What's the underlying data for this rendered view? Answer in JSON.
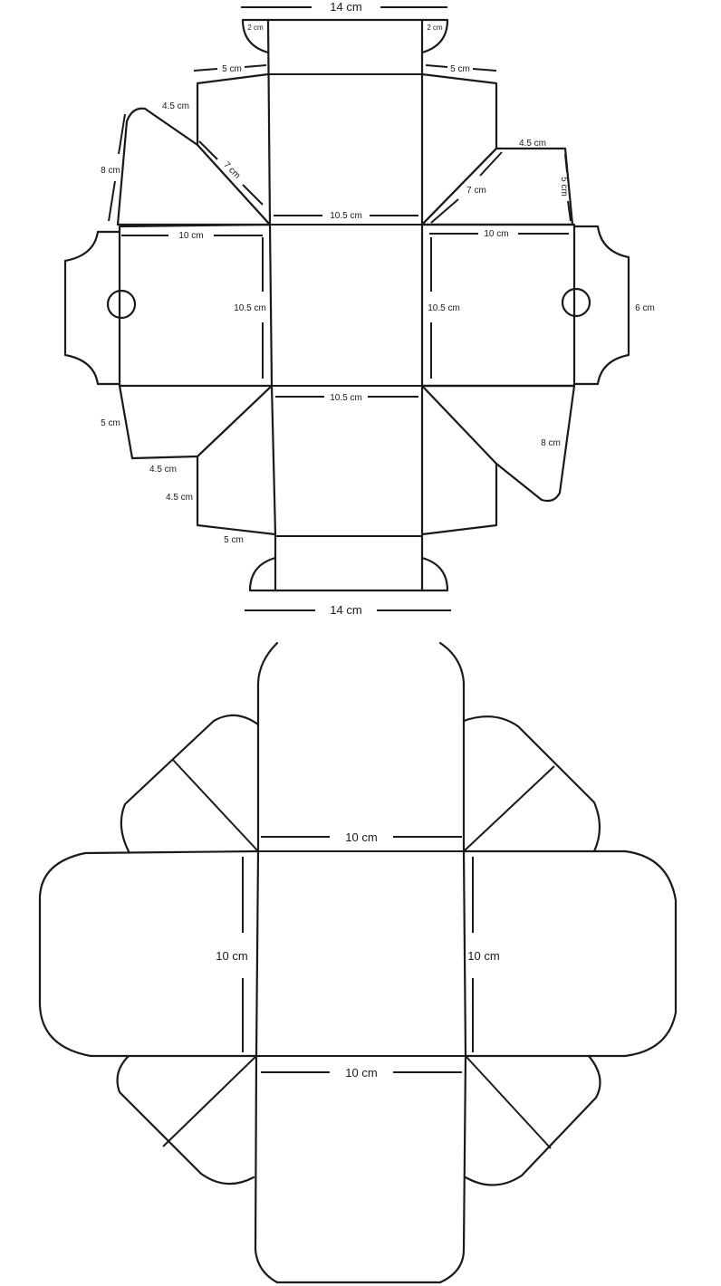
{
  "template_top": {
    "labels": {
      "top_width": "14 cm",
      "bottom_width": "14 cm",
      "tab_left": "2 cm",
      "tab_right": "2 cm",
      "upper_left_flap": "5 cm",
      "upper_right_flap": "5 cm",
      "upper_left_edge": "4.5 cm",
      "upper_left_side": "8 cm",
      "upper_left_diag": "7 cm",
      "upper_right_edge": "4.5 cm",
      "upper_right_diag": "7 cm",
      "upper_right_side": "5 cm",
      "center_top": "10.5 cm",
      "left_panel_width": "10 cm",
      "right_panel_width": "10 cm",
      "left_panel_height": "10.5 cm",
      "right_panel_height": "10.5 cm",
      "right_side_height": "6 cm",
      "center_bottom": "10.5 cm",
      "lower_left_side": "5 cm",
      "lower_left_edge_a": "4.5 cm",
      "lower_left_edge_b": "4.5 cm",
      "lower_left_flap": "5 cm",
      "lower_right_side": "8 cm"
    }
  },
  "template_bottom": {
    "labels": {
      "top_width": "10 cm",
      "left_height": "10 cm",
      "right_height": "10 cm",
      "bottom_width": "10 cm"
    }
  },
  "colors": {
    "line": "#1a1a1a",
    "background": "#ffffff"
  }
}
